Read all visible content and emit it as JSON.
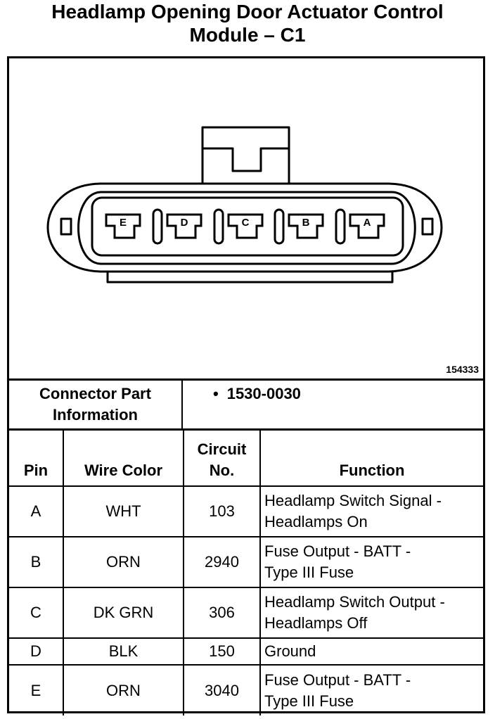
{
  "title": {
    "line1": "Headlamp Opening Door Actuator Control",
    "line2": "Module – C1"
  },
  "diagram": {
    "figure_id": "154333",
    "cavities": [
      "E",
      "D",
      "C",
      "B",
      "A"
    ]
  },
  "connector_info": {
    "label_line1": "Connector Part",
    "label_line2": "Information",
    "value": "1530-0030"
  },
  "table": {
    "headers": {
      "pin": "Pin",
      "wire_color": "Wire Color",
      "circuit_line1": "Circuit",
      "circuit_line2": "No.",
      "function": "Function"
    },
    "rows": [
      {
        "pin": "A",
        "wire_color": "WHT",
        "circuit": "103",
        "function_line1": "Headlamp Switch Signal -",
        "function_line2": "Headlamps On"
      },
      {
        "pin": "B",
        "wire_color": "ORN",
        "circuit": "2940",
        "function_line1": "Fuse Output - BATT -",
        "function_line2": "Type III Fuse"
      },
      {
        "pin": "C",
        "wire_color": "DK GRN",
        "circuit": "306",
        "function_line1": "Headlamp Switch Output -",
        "function_line2": "Headlamps Off"
      },
      {
        "pin": "D",
        "wire_color": "BLK",
        "circuit": "150",
        "function_line1": "Ground",
        "function_line2": ""
      },
      {
        "pin": "E",
        "wire_color": "ORN",
        "circuit": "3040",
        "function_line1": "Fuse Output - BATT -",
        "function_line2": "Type III Fuse"
      }
    ]
  }
}
